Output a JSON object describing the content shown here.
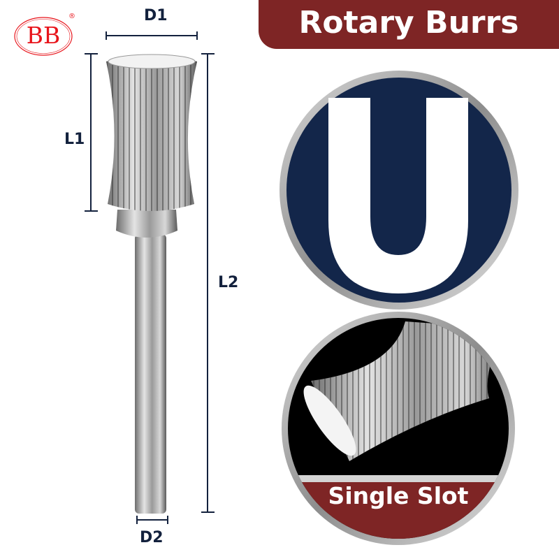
{
  "brand": {
    "logo_text": "BB",
    "registered_mark": "®"
  },
  "title": "Rotary Burrs",
  "dimensions": {
    "d1": "D1",
    "l1": "L1",
    "l2": "L2",
    "d2": "D2"
  },
  "shape_badge": {
    "letter": "U"
  },
  "cut_type": "Single Slot",
  "colors": {
    "title_bg": "#7e2525",
    "badge_bg": "#13264a",
    "dim_lines": "#13213d",
    "logo": "#e8141b"
  }
}
